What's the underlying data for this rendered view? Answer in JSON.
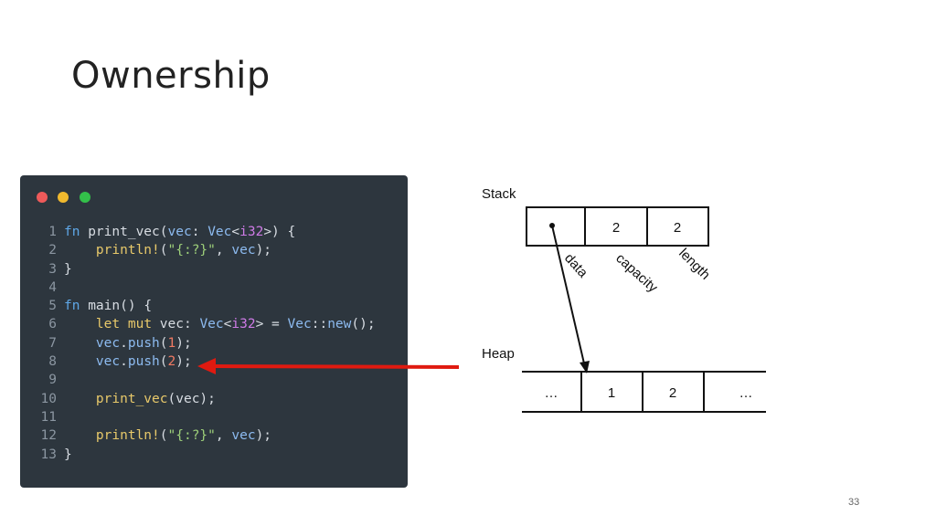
{
  "slide": {
    "title": "Ownership",
    "page_number": "33"
  },
  "colors": {
    "code_bg": "#2d363e",
    "arrow": "#e01a10",
    "dot_red": "#ee5a5a",
    "dot_yellow": "#f0b92e",
    "dot_green": "#33c04a"
  },
  "code": {
    "lines": [
      {
        "no": "1",
        "tokens": [
          [
            "kw",
            "fn"
          ],
          [
            "p",
            " "
          ],
          [
            "fn",
            "print_vec"
          ],
          [
            "p",
            "("
          ],
          [
            "var",
            "vec"
          ],
          [
            "p",
            ": "
          ],
          [
            "ty",
            "Vec"
          ],
          [
            "p",
            "<"
          ],
          [
            "ca",
            "i32"
          ],
          [
            "p",
            ">) {"
          ]
        ]
      },
      {
        "no": "2",
        "tokens": [
          [
            "p",
            "    "
          ],
          [
            "mac",
            "println!"
          ],
          [
            "p",
            "("
          ],
          [
            "str",
            "\"{:?}\""
          ],
          [
            "p",
            ", "
          ],
          [
            "var",
            "vec"
          ],
          [
            "p",
            ");"
          ]
        ]
      },
      {
        "no": "3",
        "tokens": [
          [
            "p",
            "}"
          ]
        ]
      },
      {
        "no": "4",
        "tokens": []
      },
      {
        "no": "5",
        "tokens": [
          [
            "kw",
            "fn"
          ],
          [
            "p",
            " "
          ],
          [
            "fn",
            "main"
          ],
          [
            "p",
            "() {"
          ]
        ]
      },
      {
        "no": "6",
        "tokens": [
          [
            "p",
            "    "
          ],
          [
            "mac",
            "let"
          ],
          [
            "p",
            " "
          ],
          [
            "mac",
            "mut"
          ],
          [
            "p",
            " vec: "
          ],
          [
            "ty",
            "Vec"
          ],
          [
            "p",
            "<"
          ],
          [
            "ca",
            "i32"
          ],
          [
            "p",
            "> = "
          ],
          [
            "ty",
            "Vec"
          ],
          [
            "p",
            "::"
          ],
          [
            "ty",
            "new"
          ],
          [
            "p",
            "();"
          ]
        ]
      },
      {
        "no": "7",
        "tokens": [
          [
            "p",
            "    "
          ],
          [
            "var",
            "vec"
          ],
          [
            "p",
            "."
          ],
          [
            "var",
            "push"
          ],
          [
            "p",
            "("
          ],
          [
            "num",
            "1"
          ],
          [
            "p",
            ");"
          ]
        ]
      },
      {
        "no": "8",
        "tokens": [
          [
            "p",
            "    "
          ],
          [
            "var",
            "vec"
          ],
          [
            "p",
            "."
          ],
          [
            "var",
            "push"
          ],
          [
            "p",
            "("
          ],
          [
            "num",
            "2"
          ],
          [
            "p",
            ");"
          ]
        ]
      },
      {
        "no": "9",
        "tokens": []
      },
      {
        "no": "10",
        "tokens": [
          [
            "p",
            "    "
          ],
          [
            "mac",
            "print_vec"
          ],
          [
            "p",
            "(vec);"
          ]
        ]
      },
      {
        "no": "11",
        "tokens": []
      },
      {
        "no": "12",
        "tokens": [
          [
            "p",
            "    "
          ],
          [
            "mac",
            "println!"
          ],
          [
            "p",
            "("
          ],
          [
            "str",
            "\"{:?}\""
          ],
          [
            "p",
            ", "
          ],
          [
            "var",
            "vec"
          ],
          [
            "p",
            ");"
          ]
        ]
      },
      {
        "no": "13",
        "tokens": [
          [
            "p",
            "}"
          ]
        ]
      }
    ]
  },
  "stack": {
    "label": "Stack",
    "cells": [
      "",
      "2",
      "2"
    ],
    "field_labels": [
      "data",
      "capacity",
      "length"
    ]
  },
  "heap": {
    "label": "Heap",
    "cells": [
      "…",
      "1",
      "2",
      "…"
    ]
  }
}
